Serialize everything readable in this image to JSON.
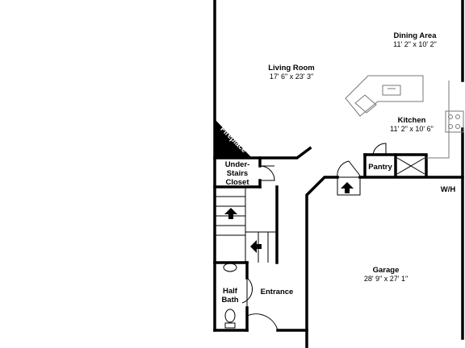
{
  "rooms": {
    "dining": {
      "name": "Dining Area",
      "dims": "11' 2\" x 10' 2\""
    },
    "living": {
      "name": "Living Room",
      "dims": "17' 6\" x 23' 3\""
    },
    "kitchen": {
      "name": "Kitchen",
      "dims": "11' 2\" x 10' 6\""
    },
    "fireplace": {
      "name": "Fireplace"
    },
    "closet": {
      "line1": "Under-",
      "line2": "Stairs",
      "line3": "Closet"
    },
    "pantry": {
      "name": "Pantry"
    },
    "wh": {
      "name": "W/H"
    },
    "garage": {
      "name": "Garage",
      "dims": "28' 9\" x 27' 1\""
    },
    "halfbath": {
      "line1": "Half",
      "line2": "Bath"
    },
    "entrance": {
      "name": "Entrance"
    }
  },
  "icons": [
    "stair-up-arrow-icon",
    "door-swing-icon",
    "sink-icon",
    "toilet-icon",
    "stove-icon",
    "fireplace-icon"
  ]
}
